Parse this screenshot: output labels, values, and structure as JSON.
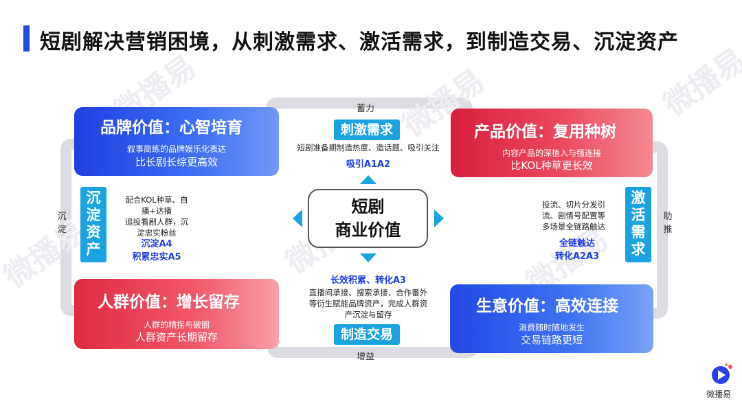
{
  "title": "短剧解决营销困境，从刺激需求、激活需求，到制造交易、沉淀资产",
  "center": {
    "line1": "短剧",
    "line2": "商业价值"
  },
  "cards": {
    "brand": {
      "heading": "品牌价值：心智培育",
      "sub1": "叙事简练的品牌娱乐化表达",
      "sub2": "比长剧长综更高效"
    },
    "product": {
      "heading": "产品价值：复用种树",
      "sub1": "内容产品的深植入与强连接",
      "sub2": "比KOL种草更长效"
    },
    "crowd": {
      "heading": "人群价值：增长留存",
      "sub1": "人群的精拐与破圈",
      "sub2": "人群资产长期留存"
    },
    "business": {
      "heading": "生意价值：高效连接",
      "sub1": "消费随时随地发生",
      "sub2": "交易链路更短"
    }
  },
  "stages": {
    "stimulate": {
      "label": "刺激需求",
      "desc": "短剧准备期制造热度、造话题、吸引关注",
      "code": "吸引A1A2"
    },
    "activate": {
      "label": "激活需求",
      "desc_lines": [
        "投流、切片分发引",
        "流、剧情号配置等",
        "多场景全链路触达"
      ],
      "code_lines": [
        "全链触达",
        "转化A2A3"
      ]
    },
    "transact": {
      "label": "制造交易",
      "code": "长效积累、转化A3",
      "desc_lines": [
        "直播间承接、搜索承接、合作番外",
        "等衍生赋能品牌资产，完成人群资",
        "产沉淀与留存"
      ]
    },
    "accumulate": {
      "label": "沉淀资产",
      "desc_lines": [
        "配合KOL种草、自",
        "播+达播",
        "追投看剧人群，沉",
        "淀忠实粉丝"
      ],
      "code_lines": [
        "沉淀A4",
        "积累忠实A5"
      ]
    }
  },
  "edges": {
    "top": "蓄力",
    "bottom": "增益",
    "left": "沉淀",
    "right": "助推"
  },
  "watermark": "微播易",
  "logo_text": "微播易",
  "colors": {
    "blue": "#1f3fe0",
    "red": "#e02a40",
    "cyan": "#1aa3e0",
    "loop": "#dcdde2"
  }
}
